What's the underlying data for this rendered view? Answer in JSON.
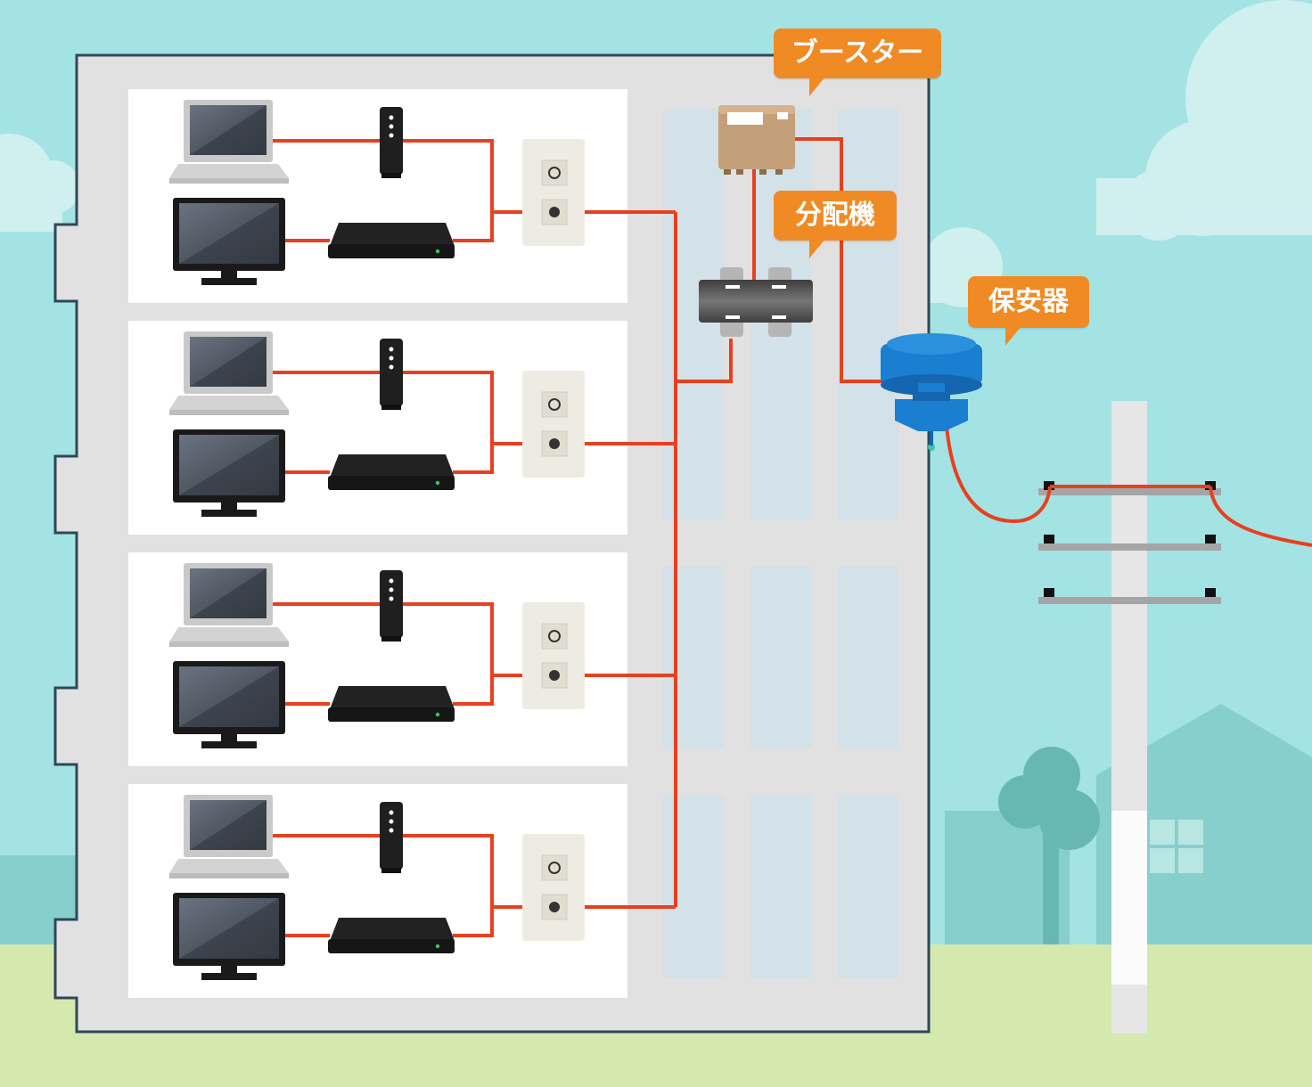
{
  "labels": {
    "booster": "ブースター",
    "splitter": "分配機",
    "protector": "保安器"
  },
  "floors": [
    {
      "name": "floor-1"
    },
    {
      "name": "floor-2"
    },
    {
      "name": "floor-3"
    },
    {
      "name": "floor-4"
    }
  ],
  "colors": {
    "sky": "#a3e3e3",
    "ground": "#d5e8ae",
    "cable": "#e8401f",
    "callout": "#f08a24",
    "building": "#e1e1e1",
    "building_outline": "#2f4858",
    "protector": "#1a7fd0"
  }
}
